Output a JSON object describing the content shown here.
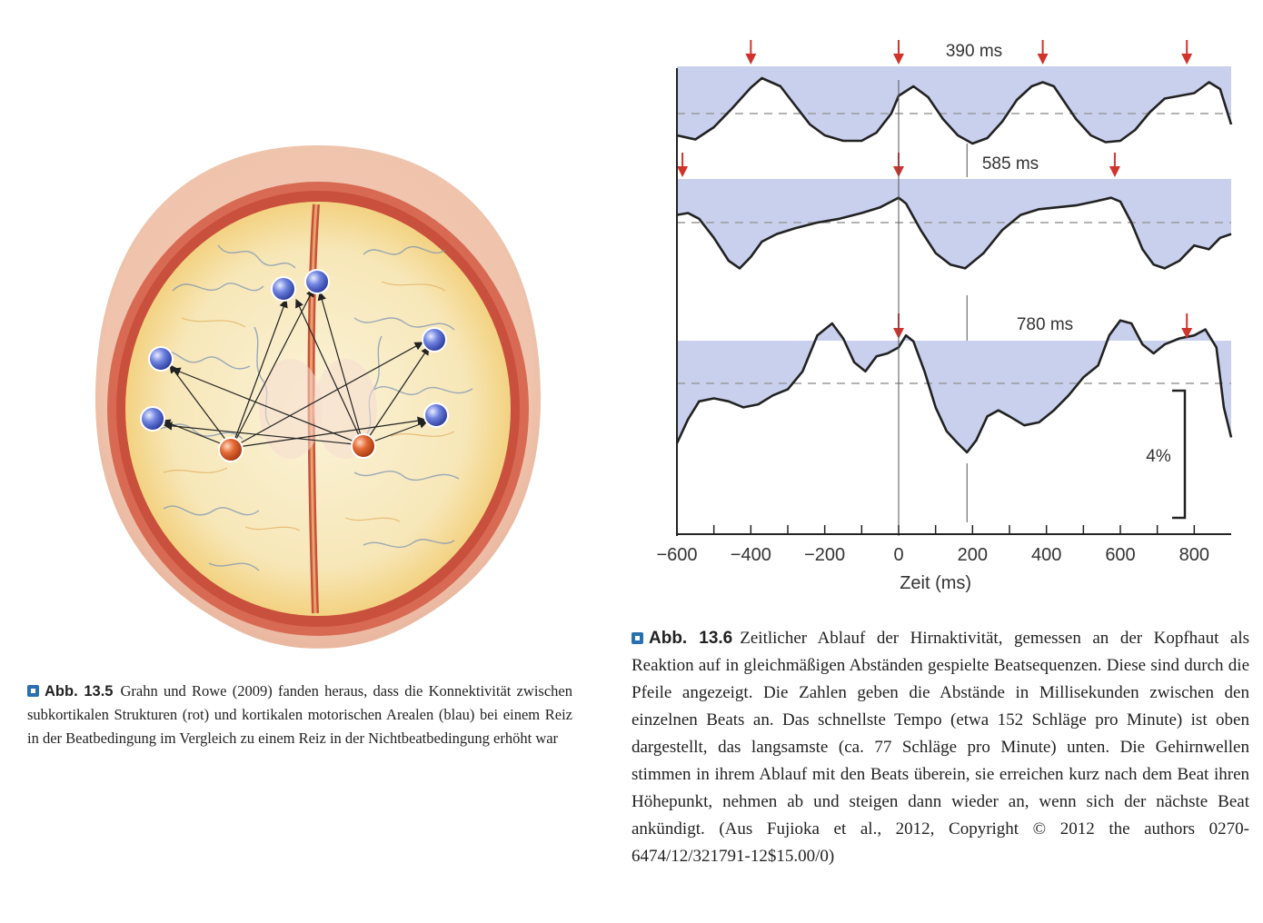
{
  "left_figure": {
    "caption": {
      "label": "Abb. 13.5",
      "text": "Grahn und Rowe (2009) fanden heraus, dass die Konnektivität zwischen subkortikalen Strukturen (rot) und kortikalen motorischen Arealen (blau) bei einem Reiz in der Beatbedingung im Vergleich zu einem Reiz in der Nichtbeatbedingung erhöht war"
    },
    "colors": {
      "subcortical": "#d9572a",
      "cortical": "#5a6fd6"
    }
  },
  "right_figure": {
    "caption": {
      "label": "Abb. 13.6",
      "text": "Zeitlicher Ablauf der Hirnaktivität, gemessen an der Kopfhaut als Reaktion auf in gleichmäßigen Abständen gespielte Beatsequenzen. Diese sind durch die Pfeile angezeigt. Die Zahlen geben die Abstände in Millisekunden zwischen den einzelnen Beats an. Das schnellste Tempo (etwa 152 Schläge pro Minute) ist oben dargestellt, das langsamste (ca. 77 Schläge pro Minute) unten. Die Gehirnwellen stimmen in ihrem Ablauf mit den Beats überein, sie erreichen kurz nach dem Beat ihren Höhepunkt, nehmen ab und steigen dann wieder an, wenn sich der nächste Beat ankündigt. (Aus Fujioka et al., 2012, Copyright © 2012 the authors 0270-6474/12/321791-12$15.00/0)"
    },
    "scale_label": "4%",
    "colors": {
      "fill": "#c9d0ee",
      "arrow": "#d0342c",
      "line": "#222222"
    }
  },
  "chart_data": {
    "type": "line",
    "xlabel": "Zeit (ms)",
    "xlim": [
      -600,
      900
    ],
    "x_ticks": [
      "−600",
      "−400",
      "−200",
      "0",
      "200",
      "400",
      "600",
      "800"
    ],
    "series": [
      {
        "name": "390 ms",
        "beat_arrows_ms": [
          -400,
          0,
          390,
          780
        ],
        "x": [
          -600,
          -550,
          -500,
          -450,
          -400,
          -370,
          -320,
          -280,
          -240,
          -200,
          -150,
          -100,
          -60,
          -20,
          0,
          40,
          80,
          120,
          160,
          200,
          240,
          280,
          320,
          360,
          390,
          420,
          450,
          480,
          520,
          560,
          600,
          640,
          680,
          720,
          760,
          800,
          840,
          870,
          900
        ],
        "y": [
          -0.8,
          -0.95,
          -0.5,
          0.2,
          0.95,
          1.3,
          1.0,
          0.3,
          -0.4,
          -0.8,
          -1.0,
          -1.0,
          -0.7,
          0.0,
          0.65,
          1.0,
          0.6,
          -0.2,
          -0.8,
          -1.1,
          -0.9,
          -0.3,
          0.5,
          1.0,
          1.15,
          1.0,
          0.4,
          -0.2,
          -0.8,
          -1.05,
          -1.0,
          -0.6,
          0.05,
          0.55,
          0.65,
          0.75,
          1.15,
          0.9,
          -0.4
        ]
      },
      {
        "name": "585 ms",
        "beat_arrows_ms": [
          -585,
          0,
          585
        ],
        "x": [
          -600,
          -570,
          -540,
          -500,
          -460,
          -430,
          -400,
          -370,
          -330,
          -280,
          -220,
          -160,
          -100,
          -50,
          -20,
          0,
          20,
          60,
          100,
          140,
          180,
          230,
          280,
          330,
          380,
          430,
          480,
          530,
          575,
          600,
          630,
          660,
          690,
          720,
          760,
          800,
          840,
          870,
          900
        ],
        "y": [
          0.2,
          0.25,
          0.1,
          -0.4,
          -1.0,
          -1.2,
          -0.9,
          -0.5,
          -0.3,
          -0.15,
          0.0,
          0.1,
          0.25,
          0.4,
          0.55,
          0.65,
          0.5,
          -0.2,
          -0.8,
          -1.1,
          -1.2,
          -0.8,
          -0.2,
          0.2,
          0.35,
          0.4,
          0.45,
          0.55,
          0.65,
          0.55,
          0.0,
          -0.7,
          -1.1,
          -1.2,
          -1.0,
          -0.6,
          -0.7,
          -0.4,
          -0.3
        ]
      },
      {
        "name": "780 ms",
        "beat_arrows_ms": [
          0,
          780
        ],
        "x": [
          -600,
          -570,
          -540,
          -500,
          -460,
          -420,
          -380,
          -340,
          -300,
          -260,
          -220,
          -180,
          -150,
          -120,
          -90,
          -60,
          -30,
          0,
          20,
          40,
          70,
          100,
          130,
          160,
          185,
          210,
          240,
          270,
          300,
          340,
          380,
          420,
          460,
          500,
          540,
          570,
          600,
          630,
          660,
          690,
          720,
          760,
          800,
          830,
          860,
          880,
          900
        ],
        "y": [
          -1.0,
          -0.6,
          -0.3,
          -0.25,
          -0.3,
          -0.4,
          -0.35,
          -0.2,
          -0.1,
          0.2,
          0.8,
          1.0,
          0.75,
          0.35,
          0.2,
          0.45,
          0.5,
          0.6,
          0.8,
          0.7,
          0.2,
          -0.4,
          -0.8,
          -1.0,
          -1.15,
          -0.95,
          -0.55,
          -0.45,
          -0.55,
          -0.7,
          -0.65,
          -0.45,
          -0.2,
          0.1,
          0.3,
          0.8,
          1.05,
          1.0,
          0.65,
          0.5,
          0.65,
          0.75,
          0.8,
          0.9,
          0.6,
          -0.4,
          -0.9
        ]
      }
    ]
  }
}
